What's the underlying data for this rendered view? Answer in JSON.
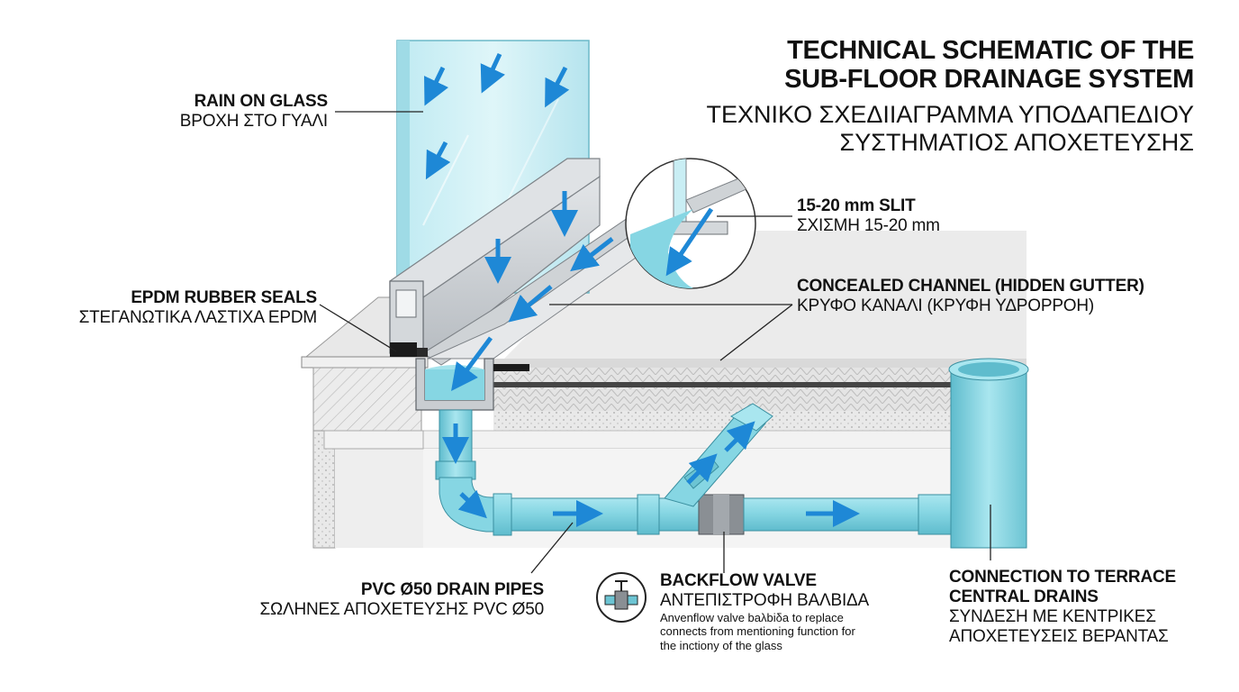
{
  "title": {
    "en": "TECHNICAL SCHEMATIC OF THE\nSUB-FLOOR DRAINAGE SYSTEM",
    "gr": "ΤΕΧΝΙΚΟ ΣΧΕΔΙΙΑΓΡΑΜΜΑ ΥΠΟΔΑΠΕΔΙΟΥ\nΣΥΣΤΗΜΑΤΙΟΣ ΑΠΟΧΕΤΕΥΣΗΣ"
  },
  "labels": {
    "rain": {
      "en": "RAIN ON GLASS",
      "gr": "ΒΡΟΧΗ ΣΤΟ ΓΥΑΛΙ"
    },
    "seals": {
      "en": "EPDM RUBBER SEALS",
      "gr": "ΣΤΕΓΑΝΩΤΙΚΑ ΛΑΣΤΙΧΑ EPDM"
    },
    "slit": {
      "en": "15-20 mm SLIT",
      "gr": "ΣΧΙΣΜΗ 15-20 mm"
    },
    "channel": {
      "en": "CONCEALED CHANNEL (HIDDEN GUTTER)",
      "gr": "ΚΡΥΦΟ ΚΑΝΑΛΙ (ΚΡΥΦΗ ΥΔΡΟΡΡΟΗ)"
    },
    "pipes": {
      "en": "PVC Ø50 DRAIN PIPES",
      "gr": "ΣΩΛΗΝΕΣ ΑΠΟΧΕΤΕΥΣΗΣ PVC Ø50"
    },
    "valve": {
      "en": "BACKFLOW VALVE",
      "gr": "ΑΝΤΕΠΙΣΤΡΟΦΗ ΒΑΛΒΙΔΑ",
      "note": "Anvenflow valve baλbiδa to replace\nconnects from mentioning function for\nthe inctiony of the glass"
    },
    "connection": {
      "en": "CONNECTION TO TERRACE\nCENTRAL DRAINS",
      "gr": "ΣΥΝΔΕΣΗ ΜΕ ΚΕΝΤΡΙΚΕΣ\nΑΠΟΧΕΤΕΥΣΕΙΣ ΒΕΡΑΝΤΑΣ"
    }
  },
  "colors": {
    "water": "#7fd3e0",
    "arrow": "#1e88d6",
    "glass": "#c9eef4",
    "aluminium": "#c8ccd0",
    "valve_body": "#8a8f94"
  },
  "icons": [
    "valve-icon"
  ]
}
